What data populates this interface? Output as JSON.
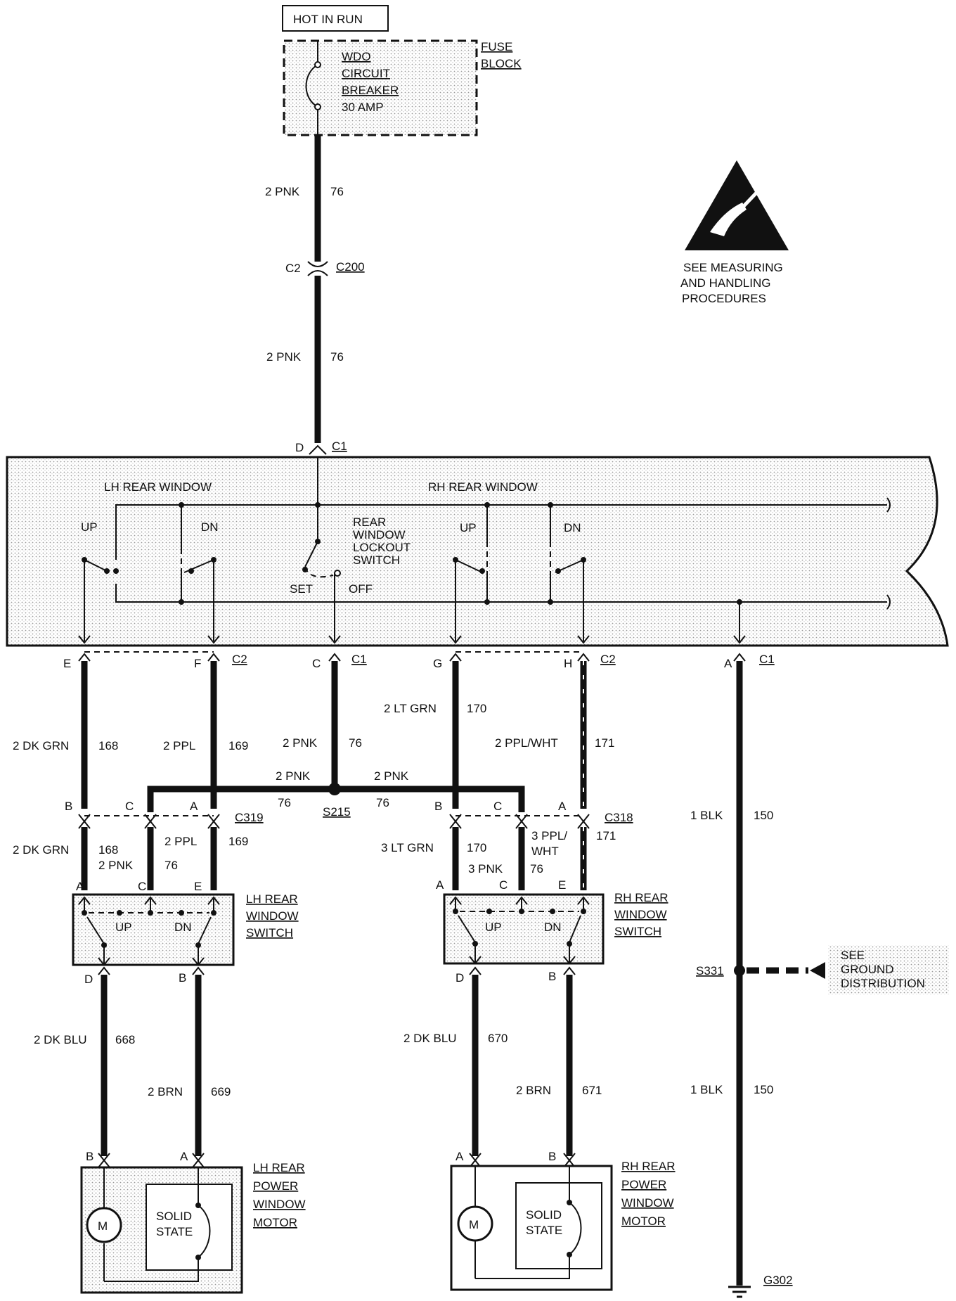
{
  "colors": {
    "ink": "#111111",
    "paper": "#ffffff",
    "shade": "#cfcfcf"
  },
  "icons": {
    "esd": "esd-warning-icon",
    "ground": "ground-icon",
    "motor": "motor-icon"
  },
  "top": {
    "hot_in_run": "HOT IN RUN",
    "fuse_block": [
      "FUSE",
      "BLOCK"
    ],
    "breaker": [
      "WDO",
      "CIRCUIT",
      "BREAKER",
      "30 AMP"
    ]
  },
  "esd_note": [
    "SEE MEASURING",
    "AND HANDLING",
    "PROCEDURES"
  ],
  "feed": {
    "w1": {
      "color": "2 PNK",
      "num": "76"
    },
    "conn_c200": {
      "pin": "C2",
      "name": "C200"
    },
    "w2": {
      "color": "2 PNK",
      "num": "76"
    },
    "conn_c1": {
      "pin": "D",
      "name": "C1"
    }
  },
  "module": {
    "lh": "LH  REAR WINDOW",
    "rh": "RH  REAR  WINDOW",
    "up": "UP",
    "dn": "DN",
    "lockout": [
      "REAR",
      "WINDOW",
      "LOCKOUT",
      "SWITCH"
    ],
    "set": "SET",
    "off": "OFF"
  },
  "pins": {
    "e": "E",
    "f": "F",
    "c2a": "C2",
    "c": "C",
    "c1a": "C1",
    "g": "G",
    "h": "H",
    "c2b": "C2",
    "a": "A",
    "c1b": "C1"
  },
  "wires": {
    "w168": {
      "color": "2 DK GRN",
      "num": "168"
    },
    "w169": {
      "color": "2 PPL",
      "num": "169"
    },
    "w76c": {
      "color": "2 PNK",
      "num": "76"
    },
    "w170": {
      "color": "2 LT GRN",
      "num": "170"
    },
    "w171": {
      "color": "2 PPL/WHT",
      "num": "171"
    },
    "w150a": {
      "color": "1 BLK",
      "num": "150"
    },
    "w150b": {
      "color": "1 BLK",
      "num": "150"
    }
  },
  "splice": {
    "left_color": "2 PNK",
    "left_num": "76",
    "right_color": "2 PNK",
    "right_num": "76",
    "name": "S215"
  },
  "c319": {
    "b": "B",
    "c": "C",
    "a": "A",
    "name": "C319"
  },
  "c318": {
    "b": "B",
    "c": "C",
    "a": "A",
    "name": "C318"
  },
  "lh_lower": {
    "w168": {
      "color": "2 DK GRN",
      "num": "168"
    },
    "w76": {
      "color": "2 PNK",
      "num": "76"
    },
    "w169": {
      "color": "2 PPL",
      "num": "169"
    }
  },
  "rh_lower": {
    "w170": {
      "color": "3 LT GRN",
      "num": "170"
    },
    "w76": {
      "color": "3 PNK",
      "num": "76"
    },
    "w171": [
      "3 PPL/",
      "WHT"
    ],
    "w171num": "171"
  },
  "lh_switch": {
    "pin_a": "A",
    "pin_c": "C",
    "pin_e": "E",
    "pin_d": "D",
    "pin_b": "B",
    "up": "UP",
    "dn": "DN",
    "label": [
      "LH REAR",
      "WINDOW",
      "SWITCH"
    ]
  },
  "rh_switch": {
    "pin_a": "A",
    "pin_c": "C",
    "pin_e": "E",
    "pin_d": "D",
    "pin_b": "B",
    "up": "UP",
    "dn": "DN",
    "label": [
      "RH REAR",
      "WINDOW",
      "SWITCH"
    ]
  },
  "ground": {
    "splice": "S331",
    "see": [
      "SEE",
      "GROUND",
      "DISTRIBUTION"
    ],
    "g302": "G302"
  },
  "motor_wires": {
    "w668": {
      "color": "2 DK BLU",
      "num": "668"
    },
    "w669": {
      "color": "2 BRN",
      "num": "669"
    },
    "w670": {
      "color": "2 DK BLU",
      "num": "670"
    },
    "w671": {
      "color": "2 BRN",
      "num": "671"
    }
  },
  "lh_motor": {
    "pin_b": "B",
    "pin_a": "A",
    "m": "M",
    "solid": [
      "SOLID",
      "STATE"
    ],
    "label": [
      "LH REAR",
      "POWER",
      "WINDOW",
      "MOTOR"
    ]
  },
  "rh_motor": {
    "pin_a": "A",
    "pin_b": "B",
    "m": "M",
    "solid": [
      "SOLID",
      "STATE"
    ],
    "label": [
      "RH REAR",
      "POWER",
      "WINDOW",
      "MOTOR"
    ]
  }
}
